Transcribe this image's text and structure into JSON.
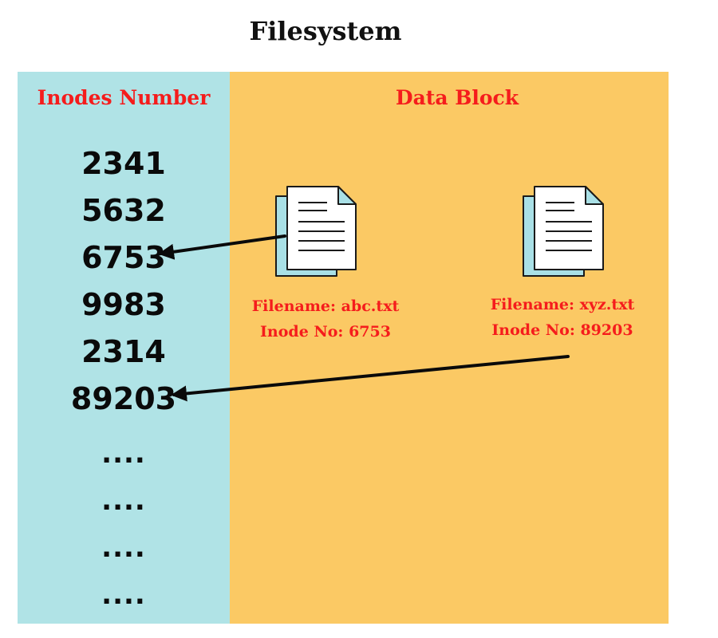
{
  "title": "Filesystem",
  "inodes_panel": {
    "heading": "Inodes Number",
    "numbers": [
      "2341",
      "5632",
      "6753",
      "9983",
      "2314",
      "89203"
    ],
    "ellipses": [
      "....",
      "....",
      "....",
      "...."
    ]
  },
  "data_panel": {
    "heading": "Data Block",
    "files": [
      {
        "filename": "Filename: abc.txt",
        "inode": "Inode No: 6753"
      },
      {
        "filename": "Filename: xyz.txt",
        "inode": "Inode No: 89203"
      }
    ]
  },
  "colors": {
    "inodes_bg": "#b0e3e6",
    "data_bg": "#fbc964",
    "heading_red": "#f51c1c",
    "text_black": "#0a0a0a"
  },
  "icons": [
    "document-icon",
    "arrow-left-icon"
  ]
}
